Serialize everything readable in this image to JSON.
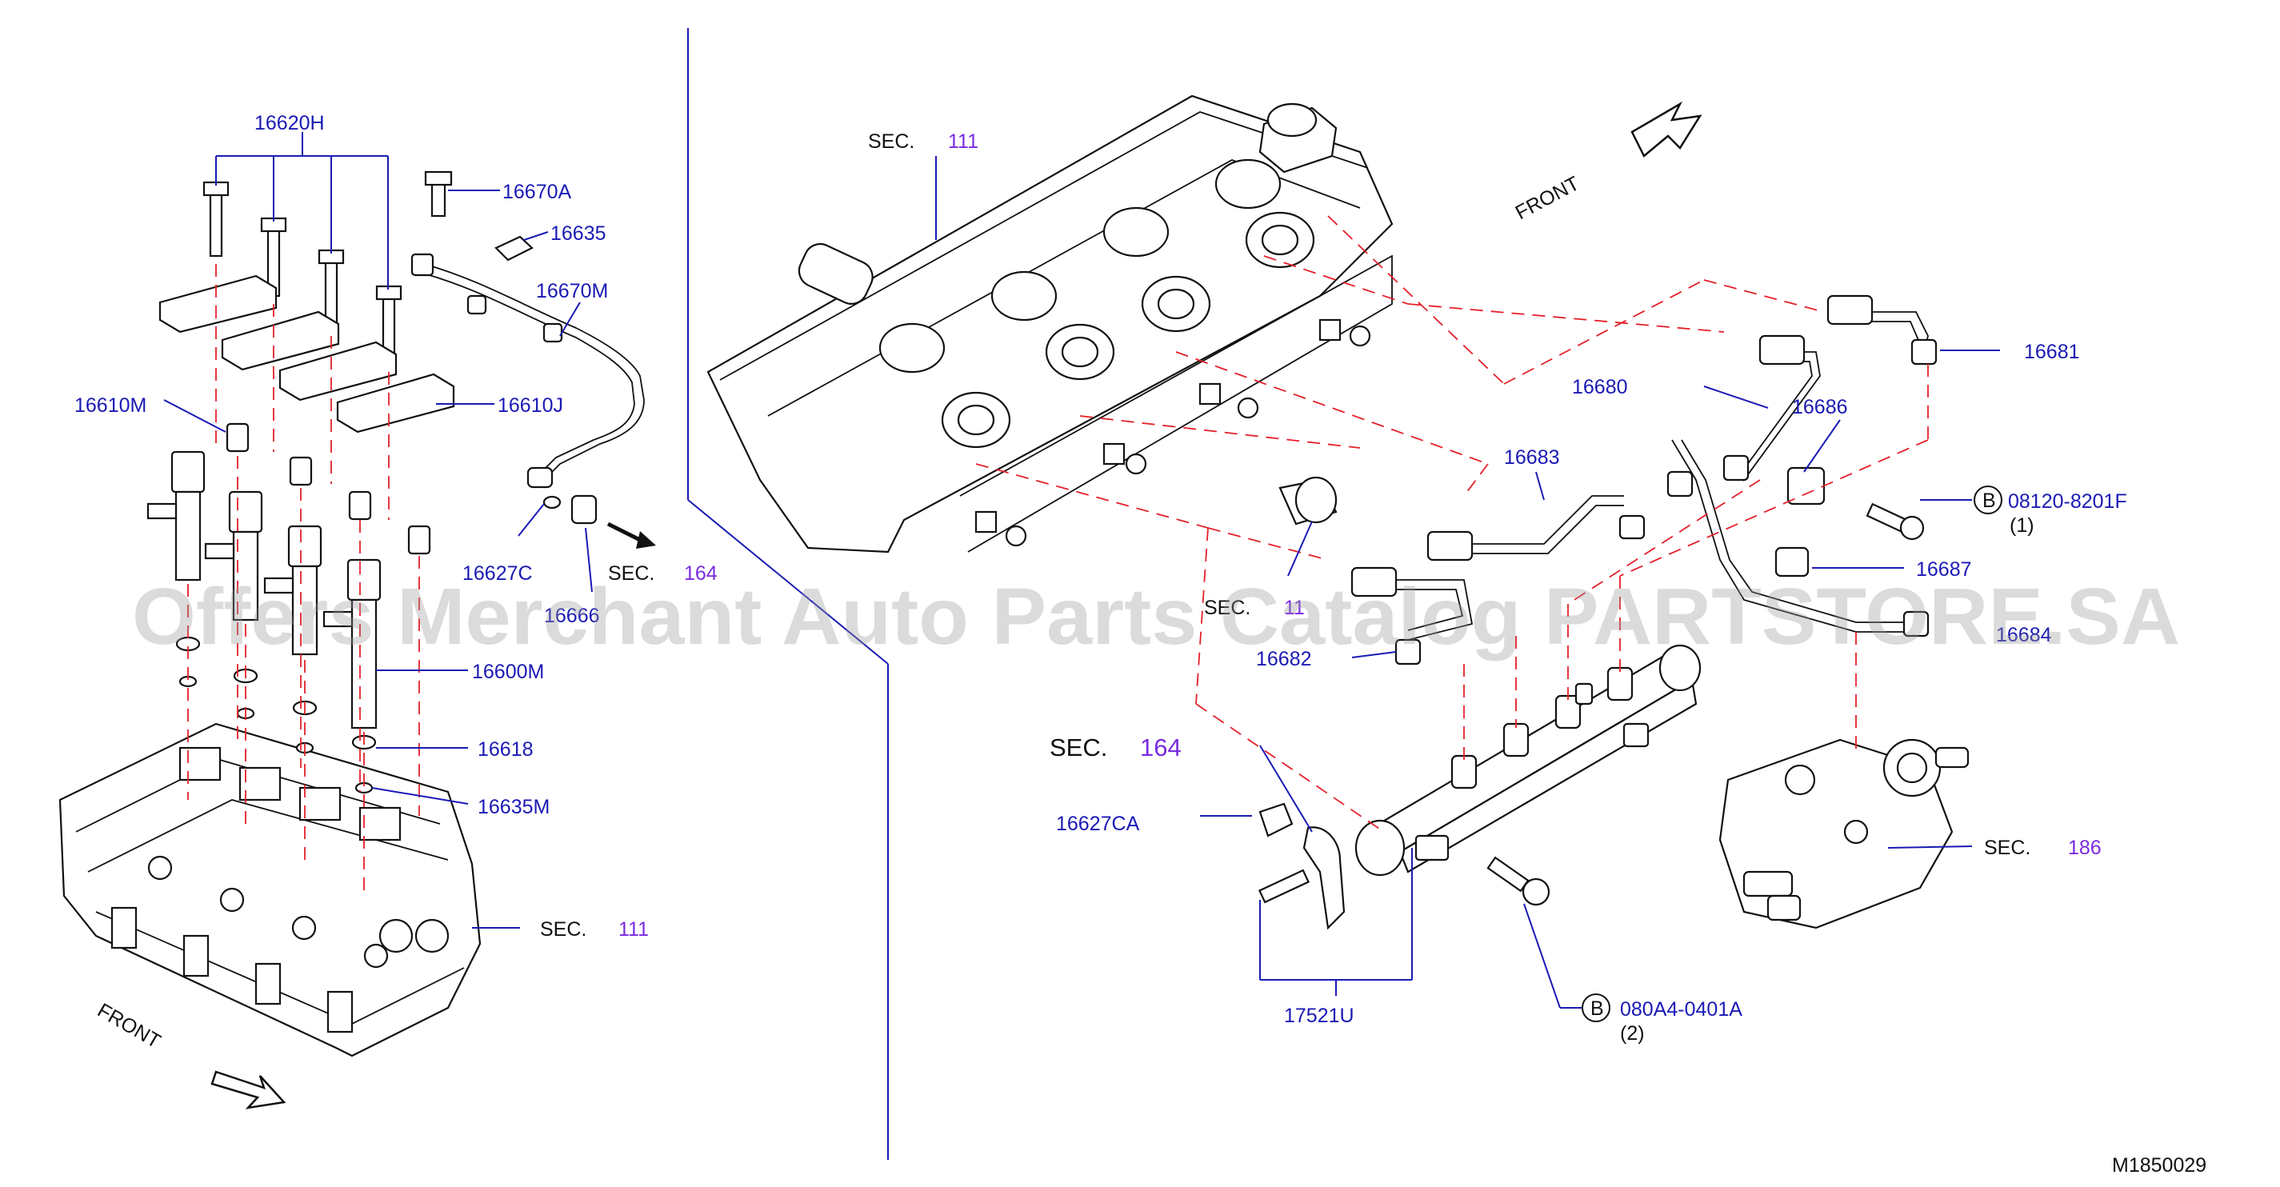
{
  "labels": {
    "p16620H": "16620H",
    "p16670A": "16670A",
    "p16635": "16635",
    "p16670M": "16670M",
    "p16610M": "16610M",
    "p16610J": "16610J",
    "p16627C": "16627C",
    "p16600M": "16600M",
    "p16618": "16618",
    "p16635M": "16635M",
    "p16681": "16681",
    "p16680": "16680",
    "p16686": "16686",
    "p16683": "16683",
    "p16687": "16687",
    "p16682": "16682",
    "p16627CA": "16627CA",
    "p17521U": "17521U",
    "p08120": "08120-8201F",
    "p08120_qty": "(1)",
    "p080A4": "080A4-0401A",
    "p080A4_qty": "(2)",
    "b_mark": "B",
    "partial_16666": "16666",
    "partial_16684": "16684",
    "partial_sec11": "11"
  },
  "sections": {
    "sec_word": "SEC.",
    "sec111_top": "111",
    "sec164_small": "164",
    "sec164_big": "164",
    "sec186": "186",
    "sec111_bottom": "111"
  },
  "front_top": "FRONT",
  "front_bottom": "FRONT",
  "watermark": "Offers Merchant Auto Parts Catalog PARTSTORE.SA",
  "diagram_code": "M1850029",
  "colors": {
    "part_number": "#1a1ab4",
    "section_number": "#7a2be0",
    "guide_line": "#e4202a",
    "outline": "#111111"
  }
}
